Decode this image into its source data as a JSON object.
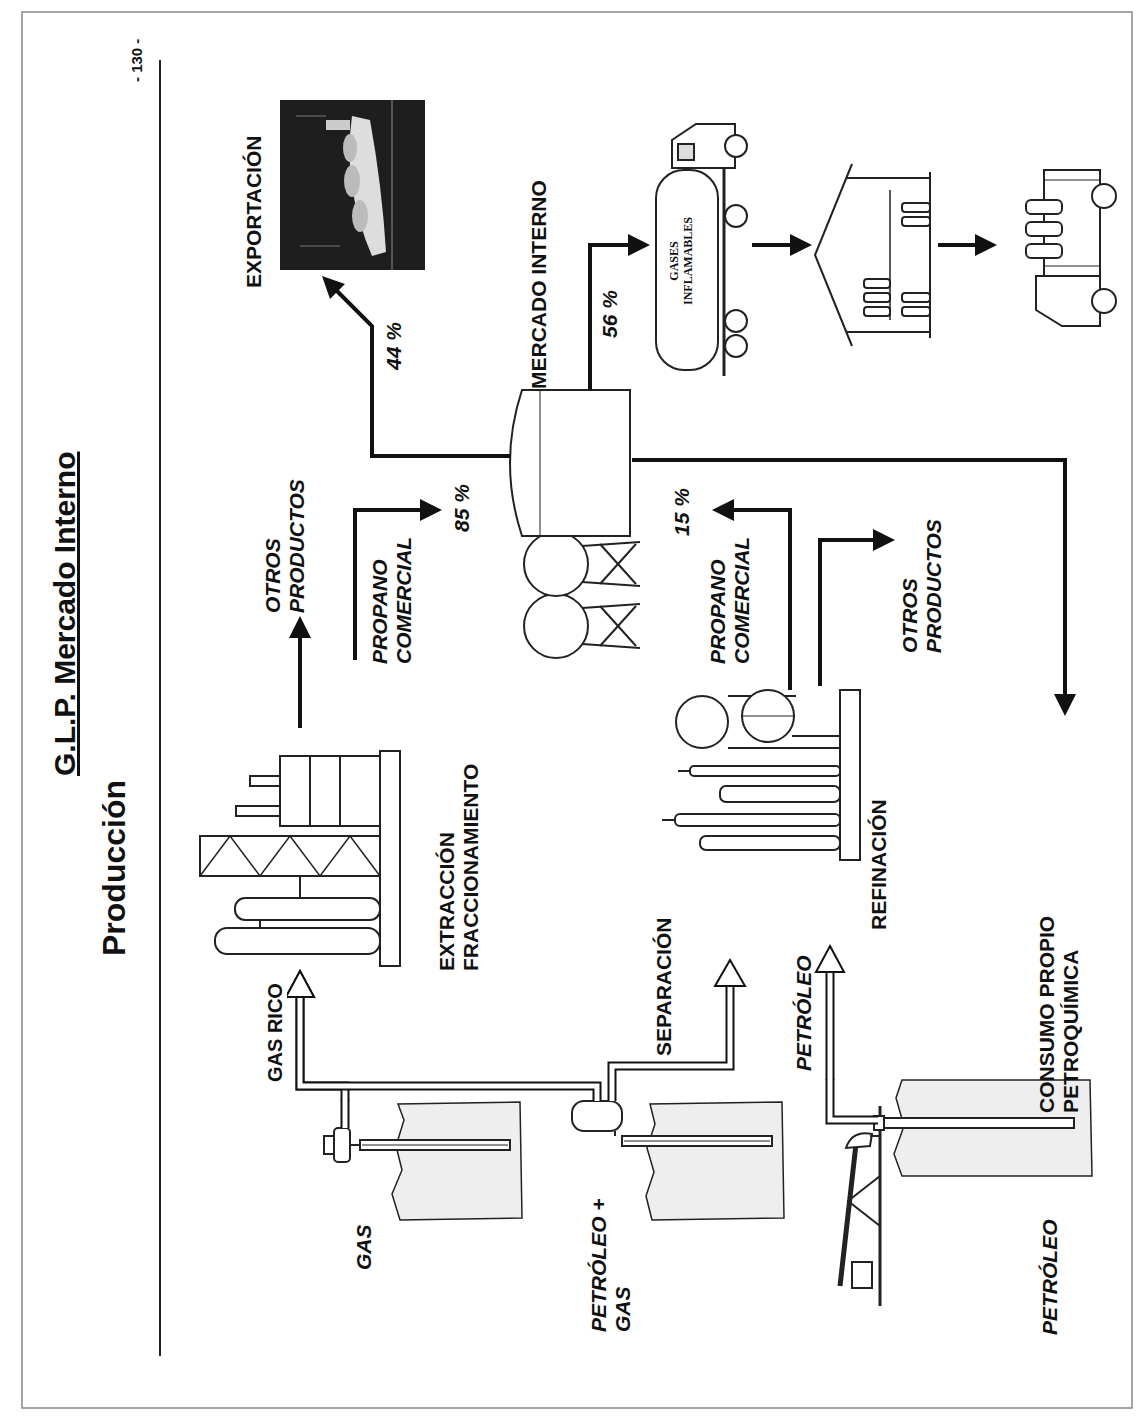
{
  "diagram": {
    "title": "G.L.P. Mercado Interno",
    "nodes": [
      {
        "text": [
          "GAS"
        ]
      },
      {
        "text": [
          "EXTRACCIÓN FRACCIONAMIENTO"
        ]
      },
      {
        "text": [
          "OTROS PRODUCTOS"
        ]
      },
      {
        "text": [
          "EXPORTACIÓN"
        ]
      },
      {
        "text": [
          "MERCADO INTERNO"
        ]
      },
      {
        "text": [
          "PETRÓLEO + GAS"
        ]
      },
      {
        "text": [
          "REFINACIÓN"
        ]
      },
      {
        "text": [
          "OTROS PRODUCTOS"
        ]
      },
      {
        "text": [
          "PETRÓLEO"
        ]
      },
      {
        "text": [
          "CONSUMO PROPIO PETROQUÍMICA"
        ]
      }
    ],
    "edges": [
      {
        "from": 0,
        "to": 1,
        "arrow": "to",
        "label": "GAS RICO"
      },
      {
        "from": 1,
        "to": 2,
        "arrow": "to"
      },
      {
        "from": 5,
        "to": 1,
        "arrow": "to"
      },
      {
        "from": 6,
        "to": 7,
        "arrow": "to"
      },
      {
        "from": 8,
        "to": 6,
        "arrow": "to"
      }
    ],
    "labels": [
      "Producción",
      "- 130 -",
      "PROPANO COMERCIAL",
      "85 %",
      "44 %",
      "56 %",
      "GASES INFLAMABLES",
      "SEPARACIÓN",
      "15 %",
      "PROPANO COMERCIAL",
      "PETRÓLEO"
    ]
  }
}
